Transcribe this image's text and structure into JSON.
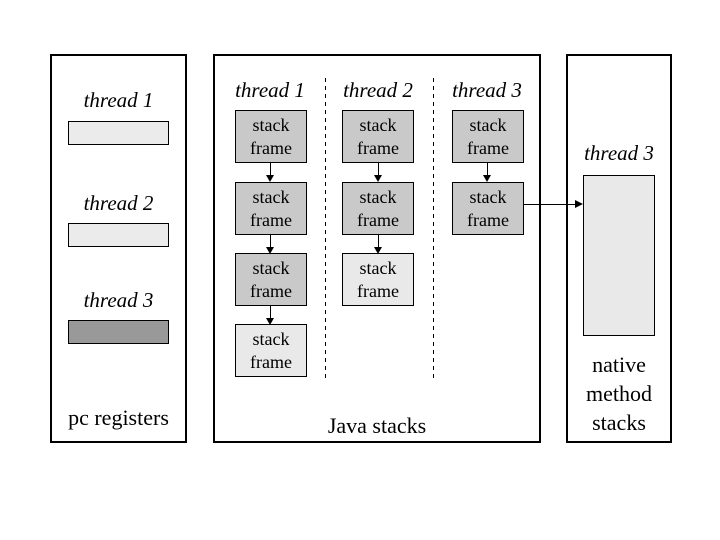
{
  "palette": {
    "background": "#ffffff",
    "border": "#000000",
    "frame_gray": "#c9c9c9",
    "frame_light": "#e9e9e9",
    "register_light": "#ebebeb",
    "register_dark": "#999999"
  },
  "pc_registers": {
    "caption": "pc registers",
    "threads": [
      {
        "label": "thread 1",
        "tone": "light"
      },
      {
        "label": "thread 2",
        "tone": "light"
      },
      {
        "label": "thread 3",
        "tone": "dark"
      }
    ]
  },
  "java_stacks": {
    "caption": "Java stacks",
    "frame_label": "stack frame",
    "columns": [
      {
        "label": "thread 1",
        "frames": [
          "gray",
          "gray",
          "gray",
          "light"
        ]
      },
      {
        "label": "thread 2",
        "frames": [
          "gray",
          "gray",
          "light"
        ]
      },
      {
        "label": "thread 3",
        "frames": [
          "gray",
          "gray"
        ]
      }
    ]
  },
  "native_method_stacks": {
    "caption": "native method stacks",
    "thread_label": "thread 3"
  }
}
